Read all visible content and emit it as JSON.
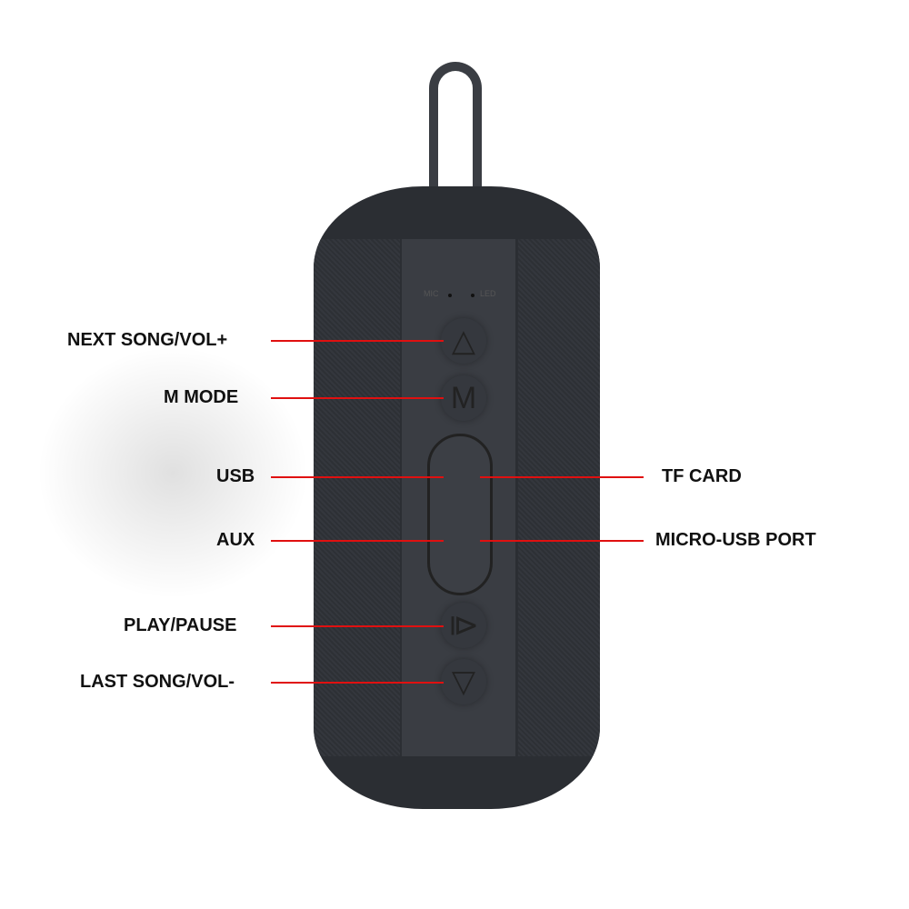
{
  "indicators": {
    "mic": "MIC",
    "led": "LED"
  },
  "buttons": {
    "up": "△",
    "mode": "M",
    "play": "⧐",
    "down": "▽"
  },
  "labels_left": [
    "NEXT SONG/VOL+",
    "M MODE",
    "USB",
    "AUX",
    "PLAY/PAUSE",
    "LAST SONG/VOL-"
  ],
  "labels_right": [
    "TF CARD",
    "MICRO-USB PORT"
  ],
  "colors": {
    "line": "#e01010",
    "body": "#2b2e33"
  }
}
